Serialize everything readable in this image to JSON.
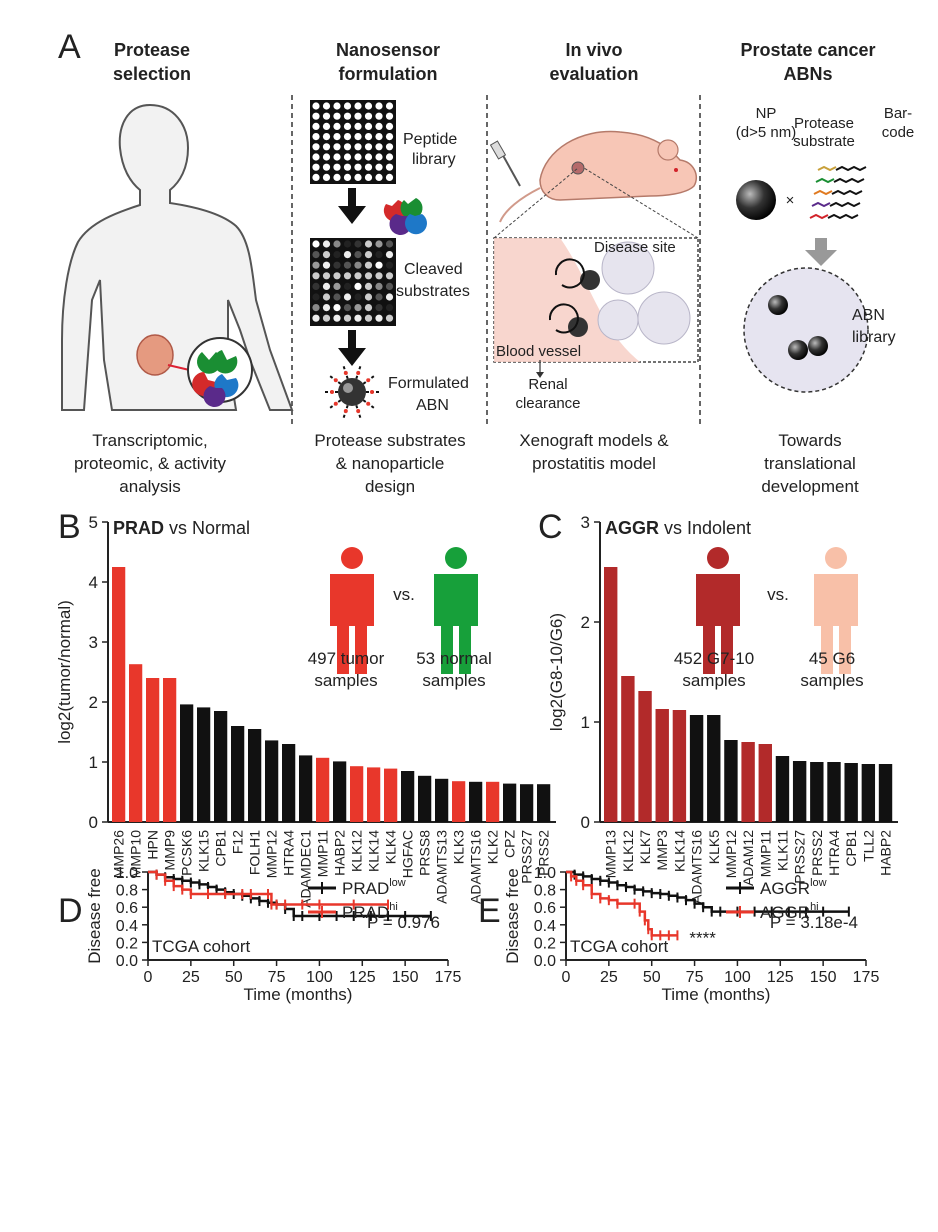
{
  "panelA": {
    "letter": "A",
    "col1": {
      "title1": "Protease",
      "title2": "selection",
      "cap1": "Transcriptomic,",
      "cap2": "proteomic, & activity",
      "cap3": "analysis"
    },
    "col2": {
      "title1": "Nanosensor",
      "title2": "formulation",
      "lab1a": "Peptide",
      "lab1b": "library",
      "lab2a": "Cleaved",
      "lab2b": "substrates",
      "lab3a": "Formulated",
      "lab3b": "ABN",
      "cap1": "Protease substrates",
      "cap2": "& nanoparticle",
      "cap3": "design"
    },
    "col3": {
      "title1": "In vivo",
      "title2": "evaluation",
      "disease": "Disease site",
      "blood": "Blood vessel",
      "renal1": "Renal",
      "renal2": "clearance",
      "cap1": "Xenograft models &",
      "cap2": "prostatitis model"
    },
    "col4": {
      "title1": "Prostate cancer",
      "title2": "ABNs",
      "np1": "NP",
      "np2": "(d>5 nm)",
      "ps1": "Protease",
      "ps2": "substrate",
      "bc1": "Bar-",
      "bc2": "code",
      "times": "×",
      "abn1": "ABN",
      "abn2": "library",
      "cap1": "Towards",
      "cap2": "translational",
      "cap3": "development"
    }
  },
  "colors": {
    "red": "#e8372b",
    "green": "#17a03a",
    "darkred": "#b22a2a",
    "peach": "#f8c0a8",
    "black": "#111111"
  },
  "chart_data": [
    {
      "panel": "B",
      "type": "bar",
      "title_bold": "PRAD",
      "title_rest": " vs Normal",
      "ylabel": "log2(tumor/normal)",
      "ylim": [
        0,
        5
      ],
      "yticks": [
        "0",
        "1",
        "2",
        "3",
        "4",
        "5"
      ],
      "categories": [
        "MMP26",
        "MMP10",
        "HPN",
        "MMP9",
        "PCSK6",
        "KLK15",
        "CPB1",
        "F12",
        "FOLH1",
        "MMP12",
        "HTRA4",
        "ADAMDEC1",
        "MMP11",
        "HABP2",
        "KLK12",
        "KLK14",
        "KLK4",
        "HGFAC",
        "PRSS8",
        "ADAMTS13",
        "KLK3",
        "ADAMTS16",
        "KLK2",
        "CPZ",
        "PRSS27",
        "PRSS2"
      ],
      "values": [
        4.25,
        2.63,
        2.4,
        2.4,
        1.96,
        1.91,
        1.85,
        1.6,
        1.55,
        1.36,
        1.3,
        1.11,
        1.07,
        1.01,
        0.93,
        0.91,
        0.89,
        0.85,
        0.77,
        0.72,
        0.68,
        0.67,
        0.67,
        0.64,
        0.63,
        0.63
      ],
      "colors": [
        "red",
        "red",
        "red",
        "red",
        "black",
        "black",
        "black",
        "black",
        "black",
        "black",
        "black",
        "black",
        "red",
        "black",
        "red",
        "red",
        "red",
        "black",
        "black",
        "black",
        "red",
        "black",
        "red",
        "black",
        "black",
        "black"
      ],
      "legend": {
        "left_n": "497 tumor",
        "left_s": "samples",
        "vs": "vs.",
        "right_n": "53 normal",
        "right_s": "samples"
      }
    },
    {
      "panel": "C",
      "type": "bar",
      "title_bold": "AGGR",
      "title_rest": " vs Indolent",
      "ylabel": "log2(G8-10/G6)",
      "ylim": [
        0,
        3
      ],
      "yticks": [
        "0",
        "1",
        "2",
        "3"
      ],
      "categories": [
        "MMP13",
        "KLK12",
        "KLK7",
        "MMP3",
        "KLK14",
        "ADAMTS16",
        "KLK5",
        "MMP12",
        "ADAM12",
        "MMP11",
        "KLK11",
        "PRSS27",
        "PRSS2",
        "HTRA4",
        "CPB1",
        "TLL2",
        "HABP2"
      ],
      "values": [
        2.55,
        1.46,
        1.31,
        1.13,
        1.12,
        1.07,
        1.07,
        0.82,
        0.8,
        0.78,
        0.66,
        0.61,
        0.6,
        0.6,
        0.59,
        0.58,
        0.58
      ],
      "colors": [
        "darkred",
        "darkred",
        "darkred",
        "darkred",
        "darkred",
        "black",
        "black",
        "black",
        "darkred",
        "darkred",
        "black",
        "black",
        "black",
        "black",
        "black",
        "black",
        "black"
      ],
      "legend": {
        "left_n": "452 G7-10",
        "left_s": "samples",
        "vs": "vs.",
        "right_n": "45 G6",
        "right_s": "samples"
      }
    },
    {
      "panel": "D",
      "type": "line",
      "xlabel": "Time (months)",
      "ylabel": "Disease free",
      "xlim": [
        0,
        175
      ],
      "ylim": [
        0,
        1
      ],
      "xticks": [
        "0",
        "25",
        "50",
        "75",
        "100",
        "125",
        "150",
        "175"
      ],
      "yticks": [
        "0.0",
        "0.2",
        "0.4",
        "0.6",
        "0.8",
        "1.0"
      ],
      "cohort": "TCGA cohort",
      "pvalue": "P = 0.976",
      "series": [
        {
          "name": "PRAD",
          "sup": "low",
          "color": "black",
          "x": [
            0,
            5,
            10,
            15,
            20,
            25,
            30,
            35,
            40,
            45,
            50,
            55,
            60,
            65,
            70,
            75,
            80,
            85,
            90,
            100,
            110,
            120,
            130,
            140,
            150,
            165
          ],
          "y": [
            1.0,
            0.97,
            0.94,
            0.92,
            0.9,
            0.88,
            0.86,
            0.83,
            0.8,
            0.77,
            0.75,
            0.73,
            0.7,
            0.67,
            0.65,
            0.63,
            0.58,
            0.5,
            0.5,
            0.5,
            0.5,
            0.5,
            0.5,
            0.5,
            0.5,
            0.5
          ]
        },
        {
          "name": "PRAD",
          "sup": "hi",
          "color": "red",
          "x": [
            0,
            5,
            10,
            15,
            20,
            25,
            35,
            45,
            55,
            60,
            70,
            72,
            75,
            80,
            90,
            100,
            120,
            140
          ],
          "y": [
            1.0,
            0.97,
            0.9,
            0.84,
            0.8,
            0.75,
            0.75,
            0.75,
            0.75,
            0.75,
            0.75,
            0.63,
            0.63,
            0.63,
            0.63,
            0.63,
            0.63,
            0.63
          ]
        }
      ]
    },
    {
      "panel": "E",
      "type": "line",
      "xlabel": "Time (months)",
      "ylabel": "Disease free",
      "xlim": [
        0,
        175
      ],
      "ylim": [
        0,
        1
      ],
      "xticks": [
        "0",
        "25",
        "50",
        "75",
        "100",
        "125",
        "150",
        "175"
      ],
      "yticks": [
        "0.0",
        "0.2",
        "0.4",
        "0.6",
        "0.8",
        "1.0"
      ],
      "cohort": "TCGA cohort",
      "pvalue": "P = 3.18e-4",
      "stars": "****",
      "series": [
        {
          "name": "AGGR",
          "sup": "low",
          "color": "black",
          "x": [
            0,
            5,
            10,
            15,
            20,
            25,
            30,
            35,
            40,
            45,
            50,
            55,
            60,
            65,
            70,
            75,
            80,
            85,
            90,
            100,
            110,
            120,
            130,
            140,
            150,
            165
          ],
          "y": [
            1.0,
            0.97,
            0.95,
            0.92,
            0.9,
            0.88,
            0.85,
            0.83,
            0.8,
            0.78,
            0.76,
            0.75,
            0.73,
            0.71,
            0.68,
            0.64,
            0.6,
            0.55,
            0.55,
            0.55,
            0.55,
            0.55,
            0.55,
            0.55,
            0.55,
            0.55
          ]
        },
        {
          "name": "AGGR",
          "sup": "hi",
          "color": "red",
          "x": [
            0,
            3,
            6,
            10,
            15,
            20,
            25,
            30,
            40,
            43,
            46,
            48,
            50,
            55,
            60,
            65
          ],
          "y": [
            1.0,
            0.95,
            0.9,
            0.85,
            0.75,
            0.7,
            0.68,
            0.64,
            0.64,
            0.55,
            0.45,
            0.35,
            0.28,
            0.28,
            0.28,
            0.28
          ]
        }
      ]
    }
  ]
}
